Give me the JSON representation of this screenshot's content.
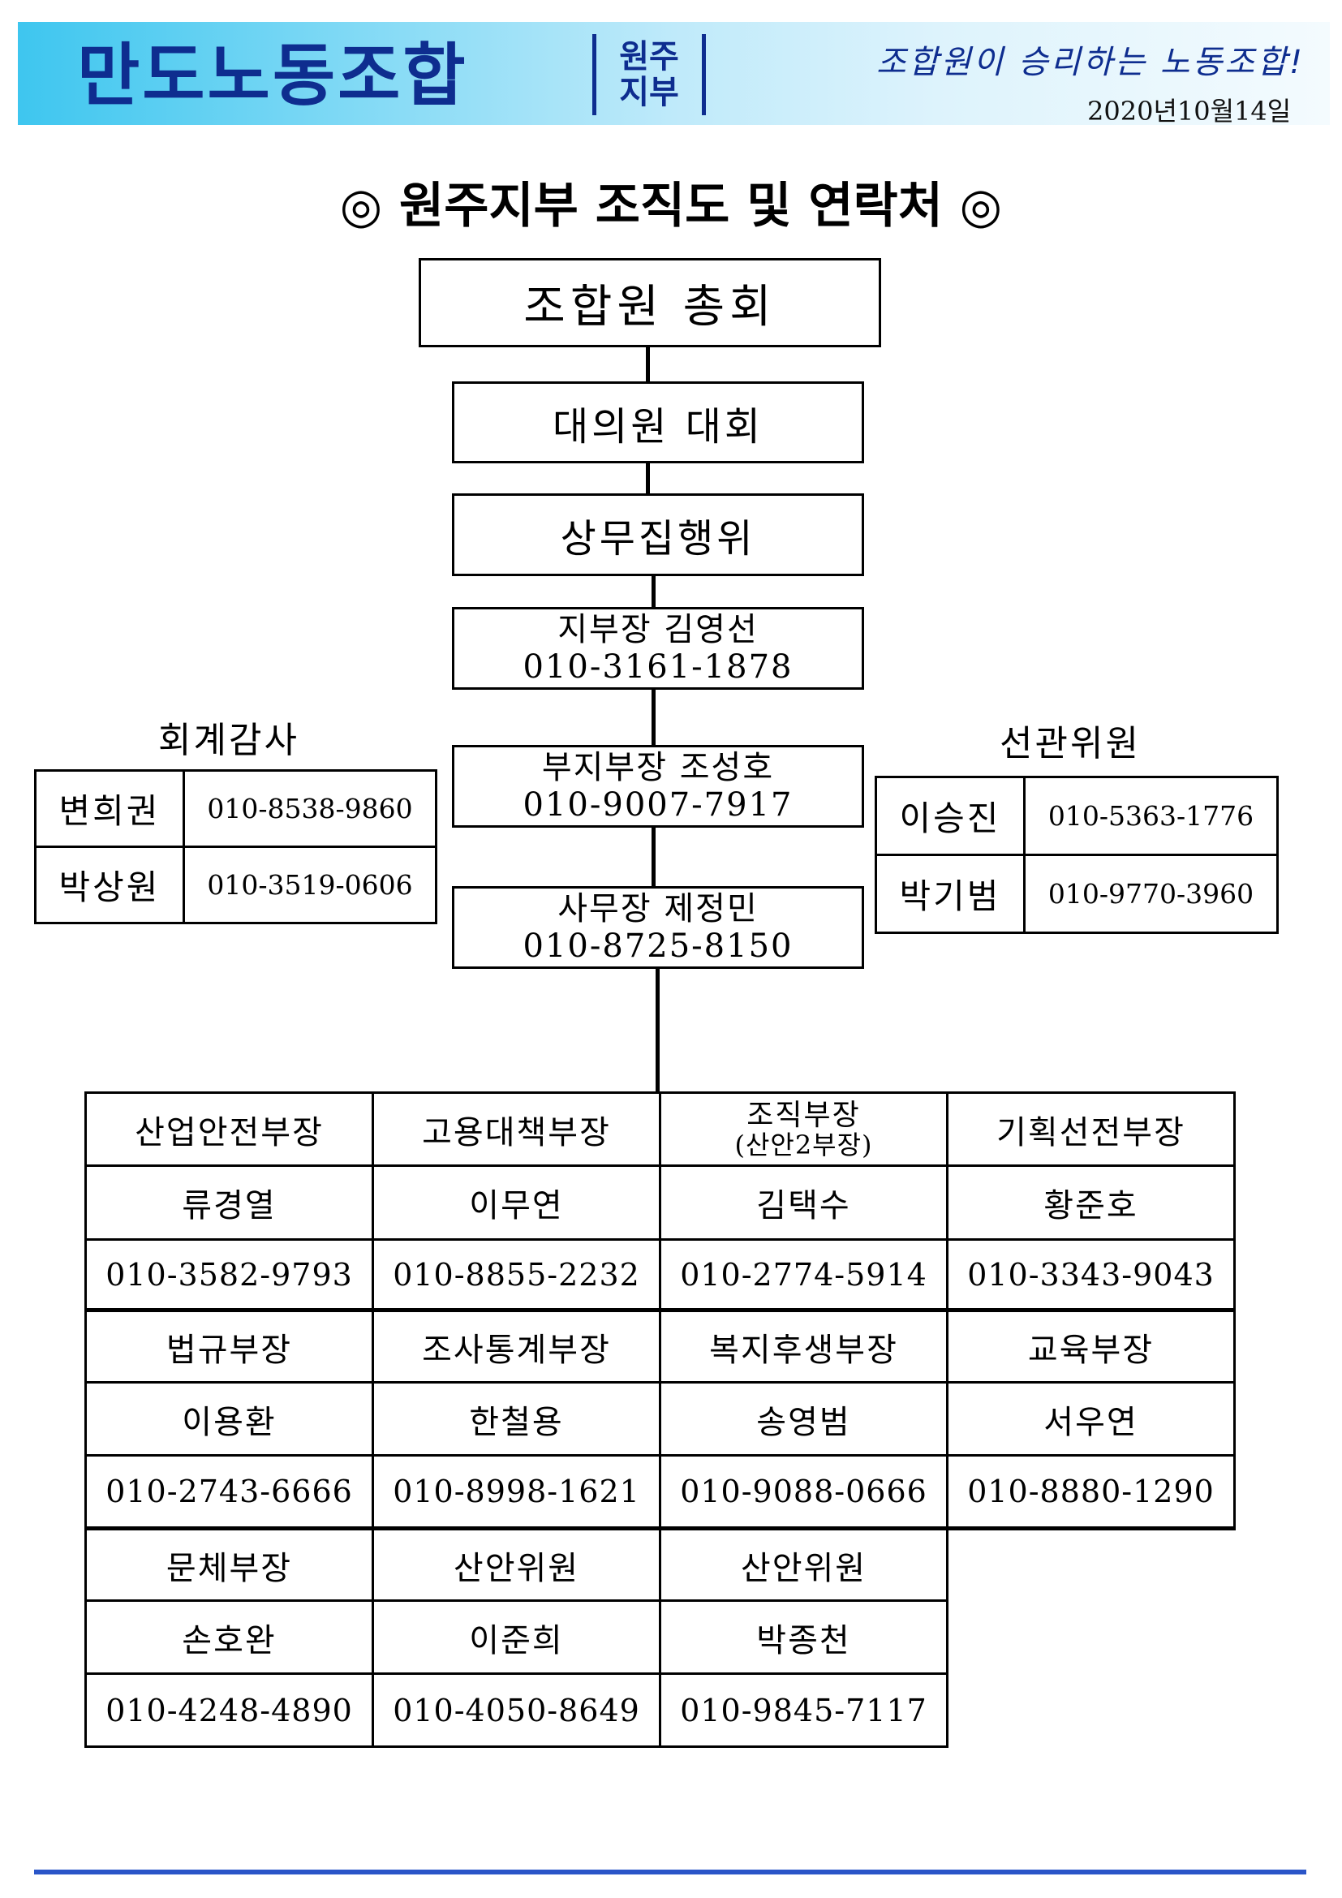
{
  "header": {
    "brand": "만도노동조합",
    "branch_line1": "원주",
    "branch_line2": "지부",
    "slogan": "조합원이 승리하는 노동조합!",
    "date": "2020년10월14일"
  },
  "title": "◎ 원주지부 조직도 및 연락처 ◎",
  "chain": {
    "general_assembly": "조합원 총회",
    "delegates": "대의원 대회",
    "executive": "상무집행위",
    "chief": {
      "title_name": "지부장 김영선",
      "phone": "010-3161-1878"
    },
    "vice_chief": {
      "title_name": "부지부장 조성호",
      "phone": "010-9007-7917"
    },
    "secretary": {
      "title_name": "사무장 제정민",
      "phone": "010-8725-8150"
    }
  },
  "audit": {
    "title": "회계감사",
    "members": [
      {
        "name": "변희권",
        "phone": "010-8538-9860"
      },
      {
        "name": "박상원",
        "phone": "010-3519-0606"
      }
    ]
  },
  "election": {
    "title": "선관위원",
    "members": [
      {
        "name": "이승진",
        "phone": "010-5363-1776"
      },
      {
        "name": "박기범",
        "phone": "010-9770-3960"
      }
    ]
  },
  "departments": {
    "block1": {
      "titles": [
        "산업안전부장",
        "고용대책부장",
        "조직부장",
        "기획선전부장"
      ],
      "title3_sub": "(산안2부장)",
      "names": [
        "류경열",
        "이무연",
        "김택수",
        "황준호"
      ],
      "phones": [
        "010-3582-9793",
        "010-8855-2232",
        "010-2774-5914",
        "010-3343-9043"
      ]
    },
    "block2": {
      "titles": [
        "법규부장",
        "조사통계부장",
        "복지후생부장",
        "교육부장"
      ],
      "names": [
        "이용환",
        "한철용",
        "송영범",
        "서우연"
      ],
      "phones": [
        "010-2743-6666",
        "010-8998-1621",
        "010-9088-0666",
        "010-8880-1290"
      ]
    },
    "block3": {
      "titles": [
        "문체부장",
        "산안위원",
        "산안위원"
      ],
      "names": [
        "손호완",
        "이준희",
        "박종천"
      ],
      "phones": [
        "010-4248-4890",
        "010-4050-8649",
        "010-9845-7117"
      ]
    }
  },
  "colors": {
    "brand_blue": "#0e2d8f",
    "banner_cyan": "#3ec6ef",
    "footer_blue": "#2a55c8"
  }
}
